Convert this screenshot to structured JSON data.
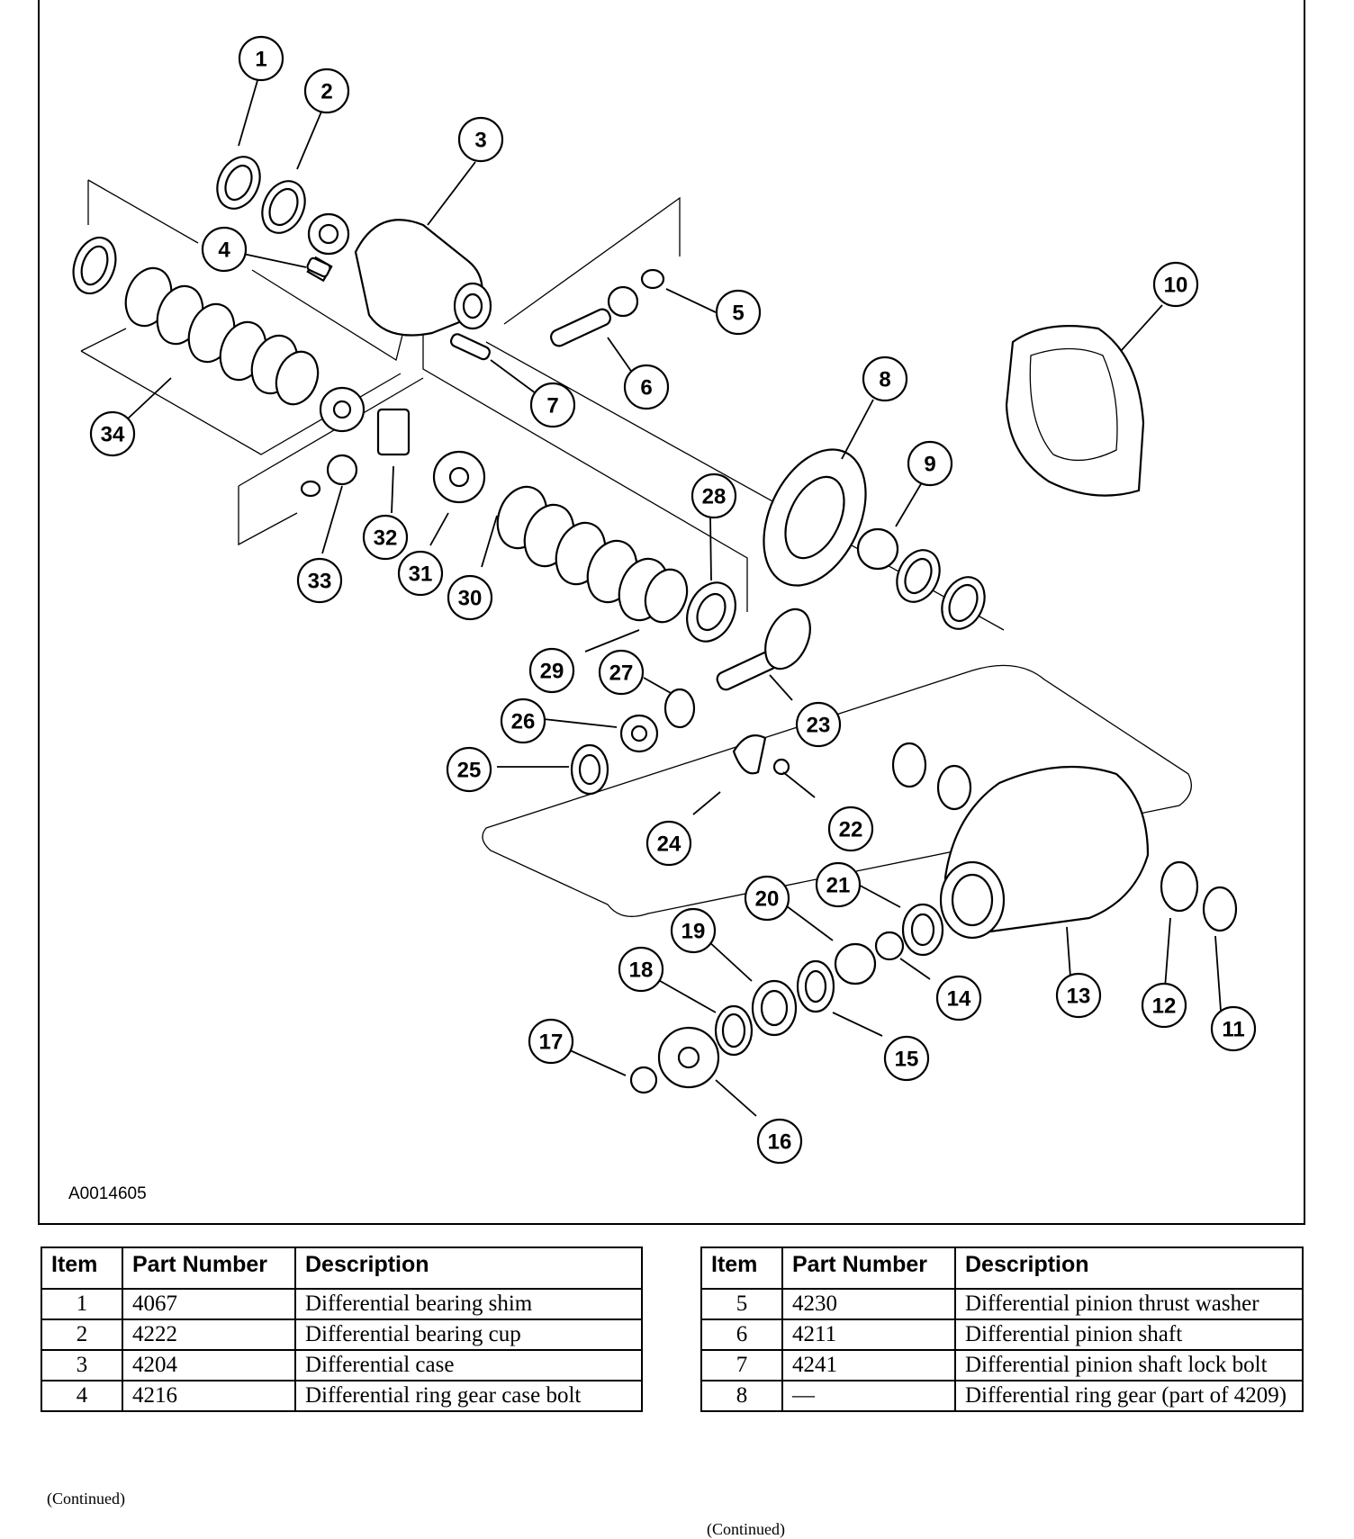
{
  "figure_id": "A0014605",
  "callouts": [
    "1",
    "2",
    "3",
    "4",
    "5",
    "6",
    "7",
    "8",
    "9",
    "10",
    "11",
    "12",
    "13",
    "14",
    "15",
    "16",
    "17",
    "18",
    "19",
    "20",
    "21",
    "22",
    "23",
    "24",
    "25",
    "26",
    "27",
    "28",
    "29",
    "30",
    "31",
    "32",
    "33",
    "34"
  ],
  "table_headers": {
    "item": "Item",
    "part_number": "Part Number",
    "description": "Description"
  },
  "table_left": [
    {
      "item": "1",
      "part": "4067",
      "desc": "Differential bearing shim"
    },
    {
      "item": "2",
      "part": "4222",
      "desc": "Differential bearing cup"
    },
    {
      "item": "3",
      "part": "4204",
      "desc": "Differential case"
    },
    {
      "item": "4",
      "part": "4216",
      "desc": "Differential ring gear case bolt"
    }
  ],
  "table_right": [
    {
      "item": "5",
      "part": "4230",
      "desc": "Differential pinion thrust washer"
    },
    {
      "item": "6",
      "part": "4211",
      "desc": "Differential pinion shaft"
    },
    {
      "item": "7",
      "part": "4241",
      "desc": "Differential pinion shaft lock bolt"
    },
    {
      "item": "8",
      "part": "—",
      "desc": "Differential ring gear (part of 4209)"
    }
  ],
  "continued_label": "(Continued)"
}
